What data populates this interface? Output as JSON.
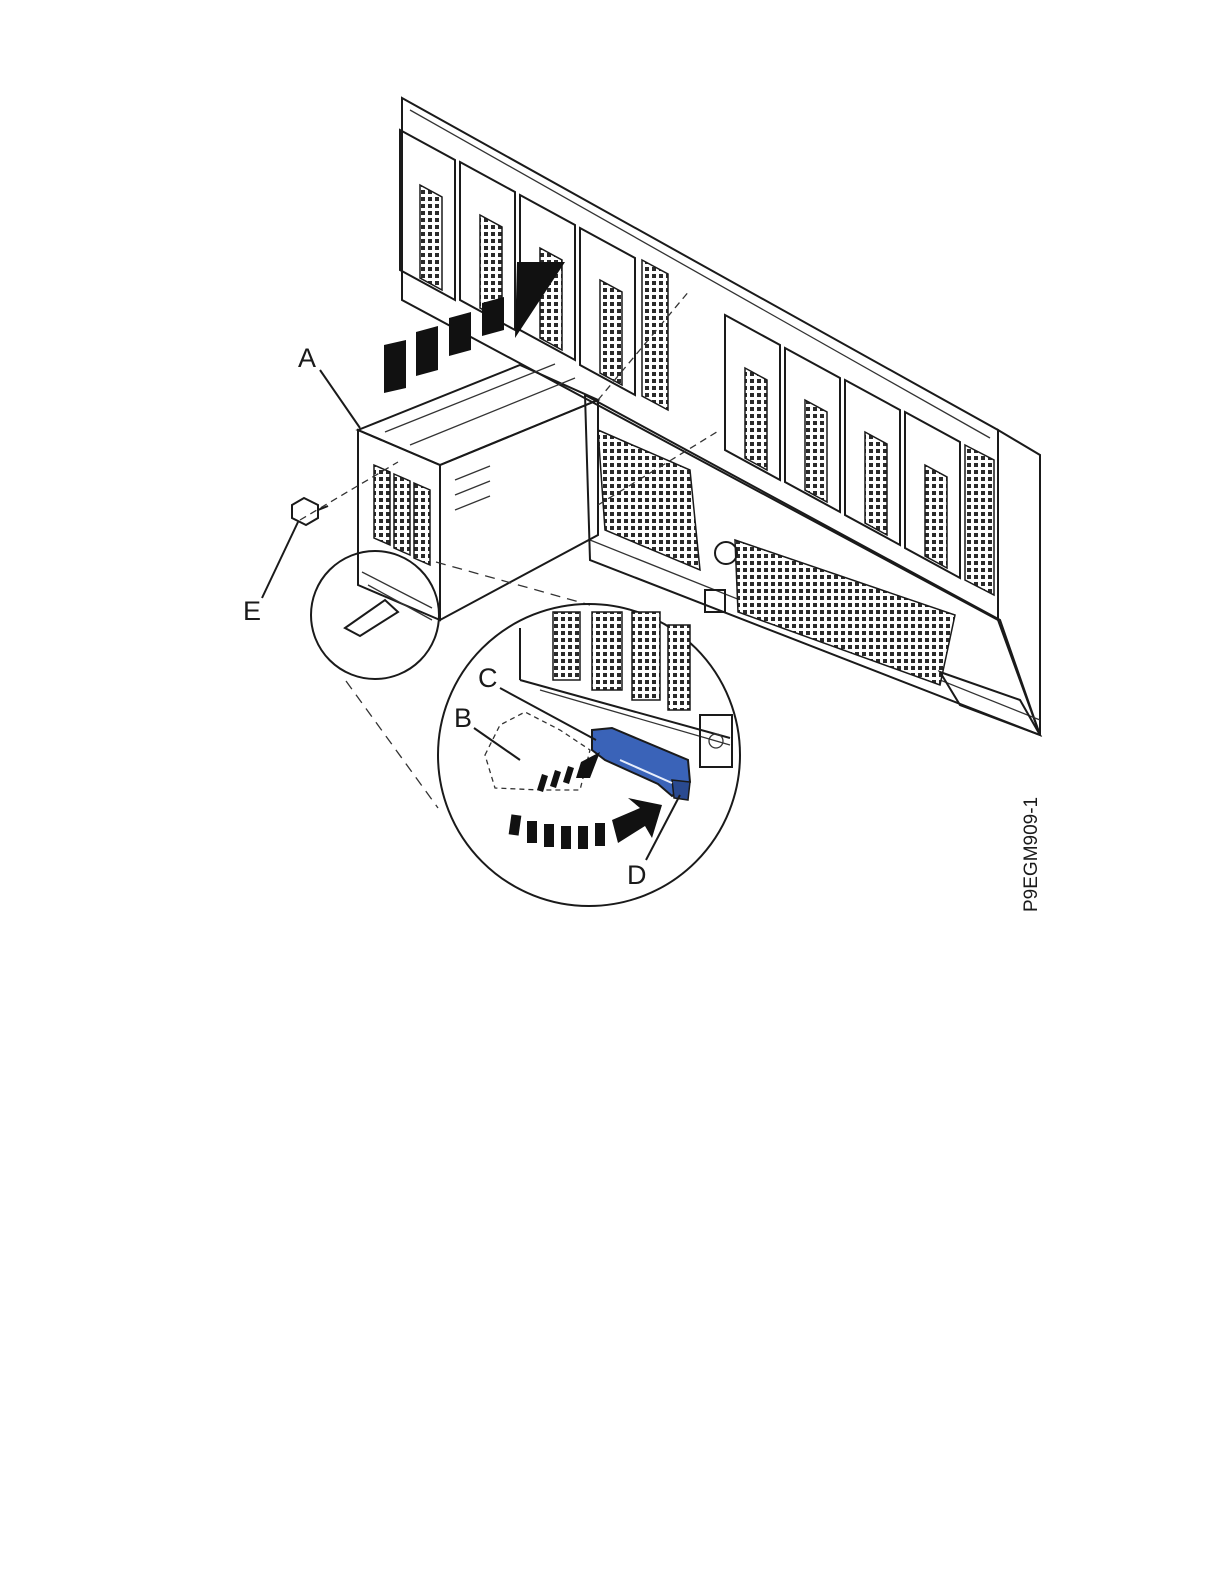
{
  "figure": {
    "callouts": {
      "a": "A",
      "b": "B",
      "c": "C",
      "d": "D",
      "e": "E"
    },
    "figure_id": "P9EGM909-1",
    "colors": {
      "line": "#1a1a1a",
      "latch": "#3a63b8",
      "latch_dark": "#2a4a90",
      "background": "#ffffff"
    }
  }
}
